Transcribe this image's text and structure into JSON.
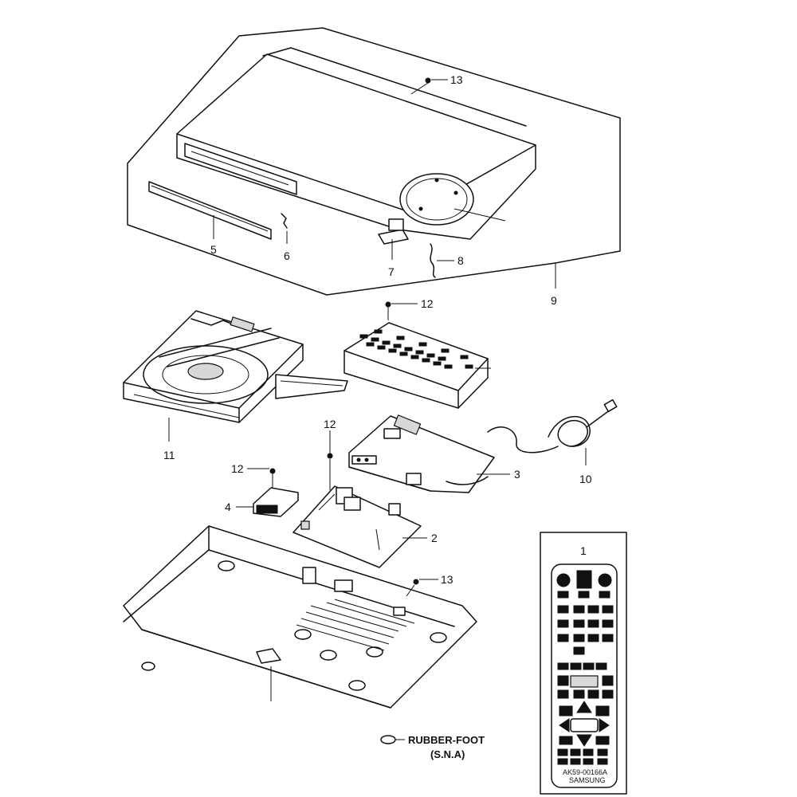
{
  "callouts": {
    "c1": "1",
    "c2": "2",
    "c3": "3",
    "c4": "4",
    "c5": "5",
    "c6": "6",
    "c7": "7",
    "c8": "8",
    "c9": "9",
    "c10": "10",
    "c11": "11",
    "c12a": "12",
    "c12b": "12",
    "c12c": "12",
    "c13a": "13",
    "c13b": "13"
  },
  "rubber_foot": {
    "label": "RUBBER-FOOT",
    "note": "(S.N.A)"
  },
  "remote": {
    "model": "AK59-00166A",
    "brand": "SAMSUNG"
  }
}
